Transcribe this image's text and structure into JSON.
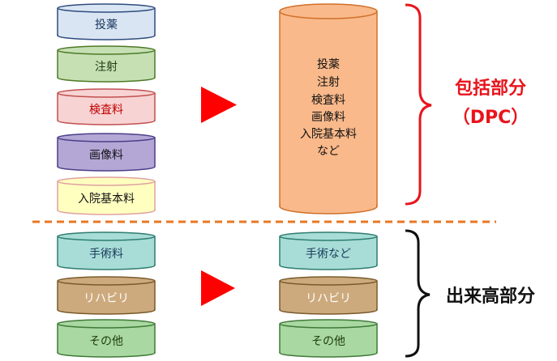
{
  "left_items": [
    {
      "label": "投薬",
      "fill": "#DAE5F3",
      "stroke": "#2E4C7E",
      "text": "#17365D"
    },
    {
      "label": "注射",
      "fill": "#C6E0B4",
      "stroke": "#4E7A27",
      "text": "#1F3A0F"
    },
    {
      "label": "検査料",
      "fill": "#F8D3D3",
      "stroke": "#C05050",
      "text": "#C00000"
    },
    {
      "label": "画像料",
      "fill": "#B4A7D6",
      "stroke": "#4B3E87",
      "text": "#111111"
    },
    {
      "label": "入院基本料",
      "fill": "#FFFFC0",
      "stroke": "#E0A0A0",
      "text": "#111111"
    }
  ],
  "dpc_cylinder": {
    "lines": [
      "投薬",
      "注射",
      "検査料",
      "画像料",
      "入院基本料",
      "など"
    ],
    "fill": "#F9B98A",
    "stroke": "#D0702A"
  },
  "lower_left_items": [
    {
      "label": "手術料",
      "fill": "#A7DDD6",
      "stroke": "#2E7C70",
      "text": "#1B3A5C"
    },
    {
      "label": "リハビリ",
      "fill": "#CDAA7D",
      "stroke": "#7A5A2A",
      "text": "#FFFFFF"
    },
    {
      "label": "その他",
      "fill": "#A9D8A2",
      "stroke": "#3E7A36",
      "text": "#1F3A0F"
    }
  ],
  "lower_right_items": [
    {
      "label": "手術など",
      "fill": "#A7DDD6",
      "stroke": "#2E7C70",
      "text": "#1B3A5C"
    },
    {
      "label": "リハビリ",
      "fill": "#CDAA7D",
      "stroke": "#7A5A2A",
      "text": "#FFFFFF"
    },
    {
      "label": "その他",
      "fill": "#A9D8A2",
      "stroke": "#3E7A36",
      "text": "#1F3A0F"
    }
  ],
  "dpc_label": {
    "line1": "包括部分",
    "line2": "（DPC）",
    "color": "#E8141C"
  },
  "fee_label": {
    "text": "出来高部分",
    "color": "#111111"
  },
  "arrow_color": "#FF0000",
  "divider_color": "#E87722"
}
